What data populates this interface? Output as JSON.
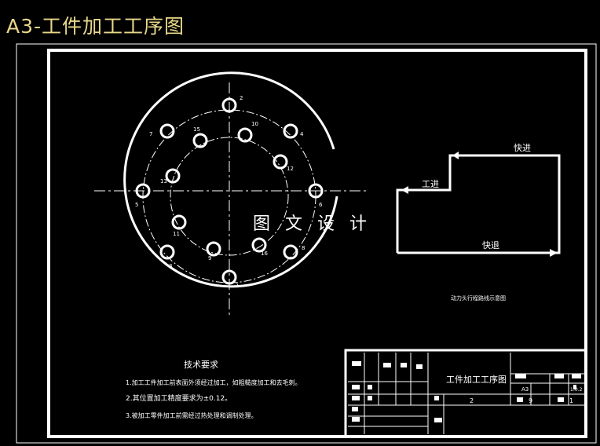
{
  "page_title": "A3-工件加工工序图",
  "watermark": "图 文 设 计",
  "hole_labels": [
    "2",
    "10",
    "4",
    "15",
    "7",
    "12",
    "13",
    "5",
    "6",
    "11",
    "3",
    "9",
    "16",
    "8",
    "1"
  ],
  "path_diagram": {
    "label_fast_in": "快进",
    "label_work_feed": "工进",
    "label_fast_back": "快退",
    "caption": "动力头行程路线示意图"
  },
  "technical_requirements": {
    "heading": "技术要求",
    "items": [
      "1.加工工件加工前表面外须经过加工，如粗糙度加工和去毛刺。",
      "2.其位置加工精度要求为±0.12。",
      "3.被加工零件加工前需经过热处理和调制处理。"
    ]
  },
  "title_block": {
    "drawing_name": "工件加工工序图",
    "paper_size": "A3",
    "scale": "1:0.2",
    "quantity": "2",
    "sheet_count": "9",
    "sheet_number": "1"
  },
  "colors": {
    "background": "#000000",
    "lines": "#ffffff",
    "title_text": "#e8d88a"
  }
}
